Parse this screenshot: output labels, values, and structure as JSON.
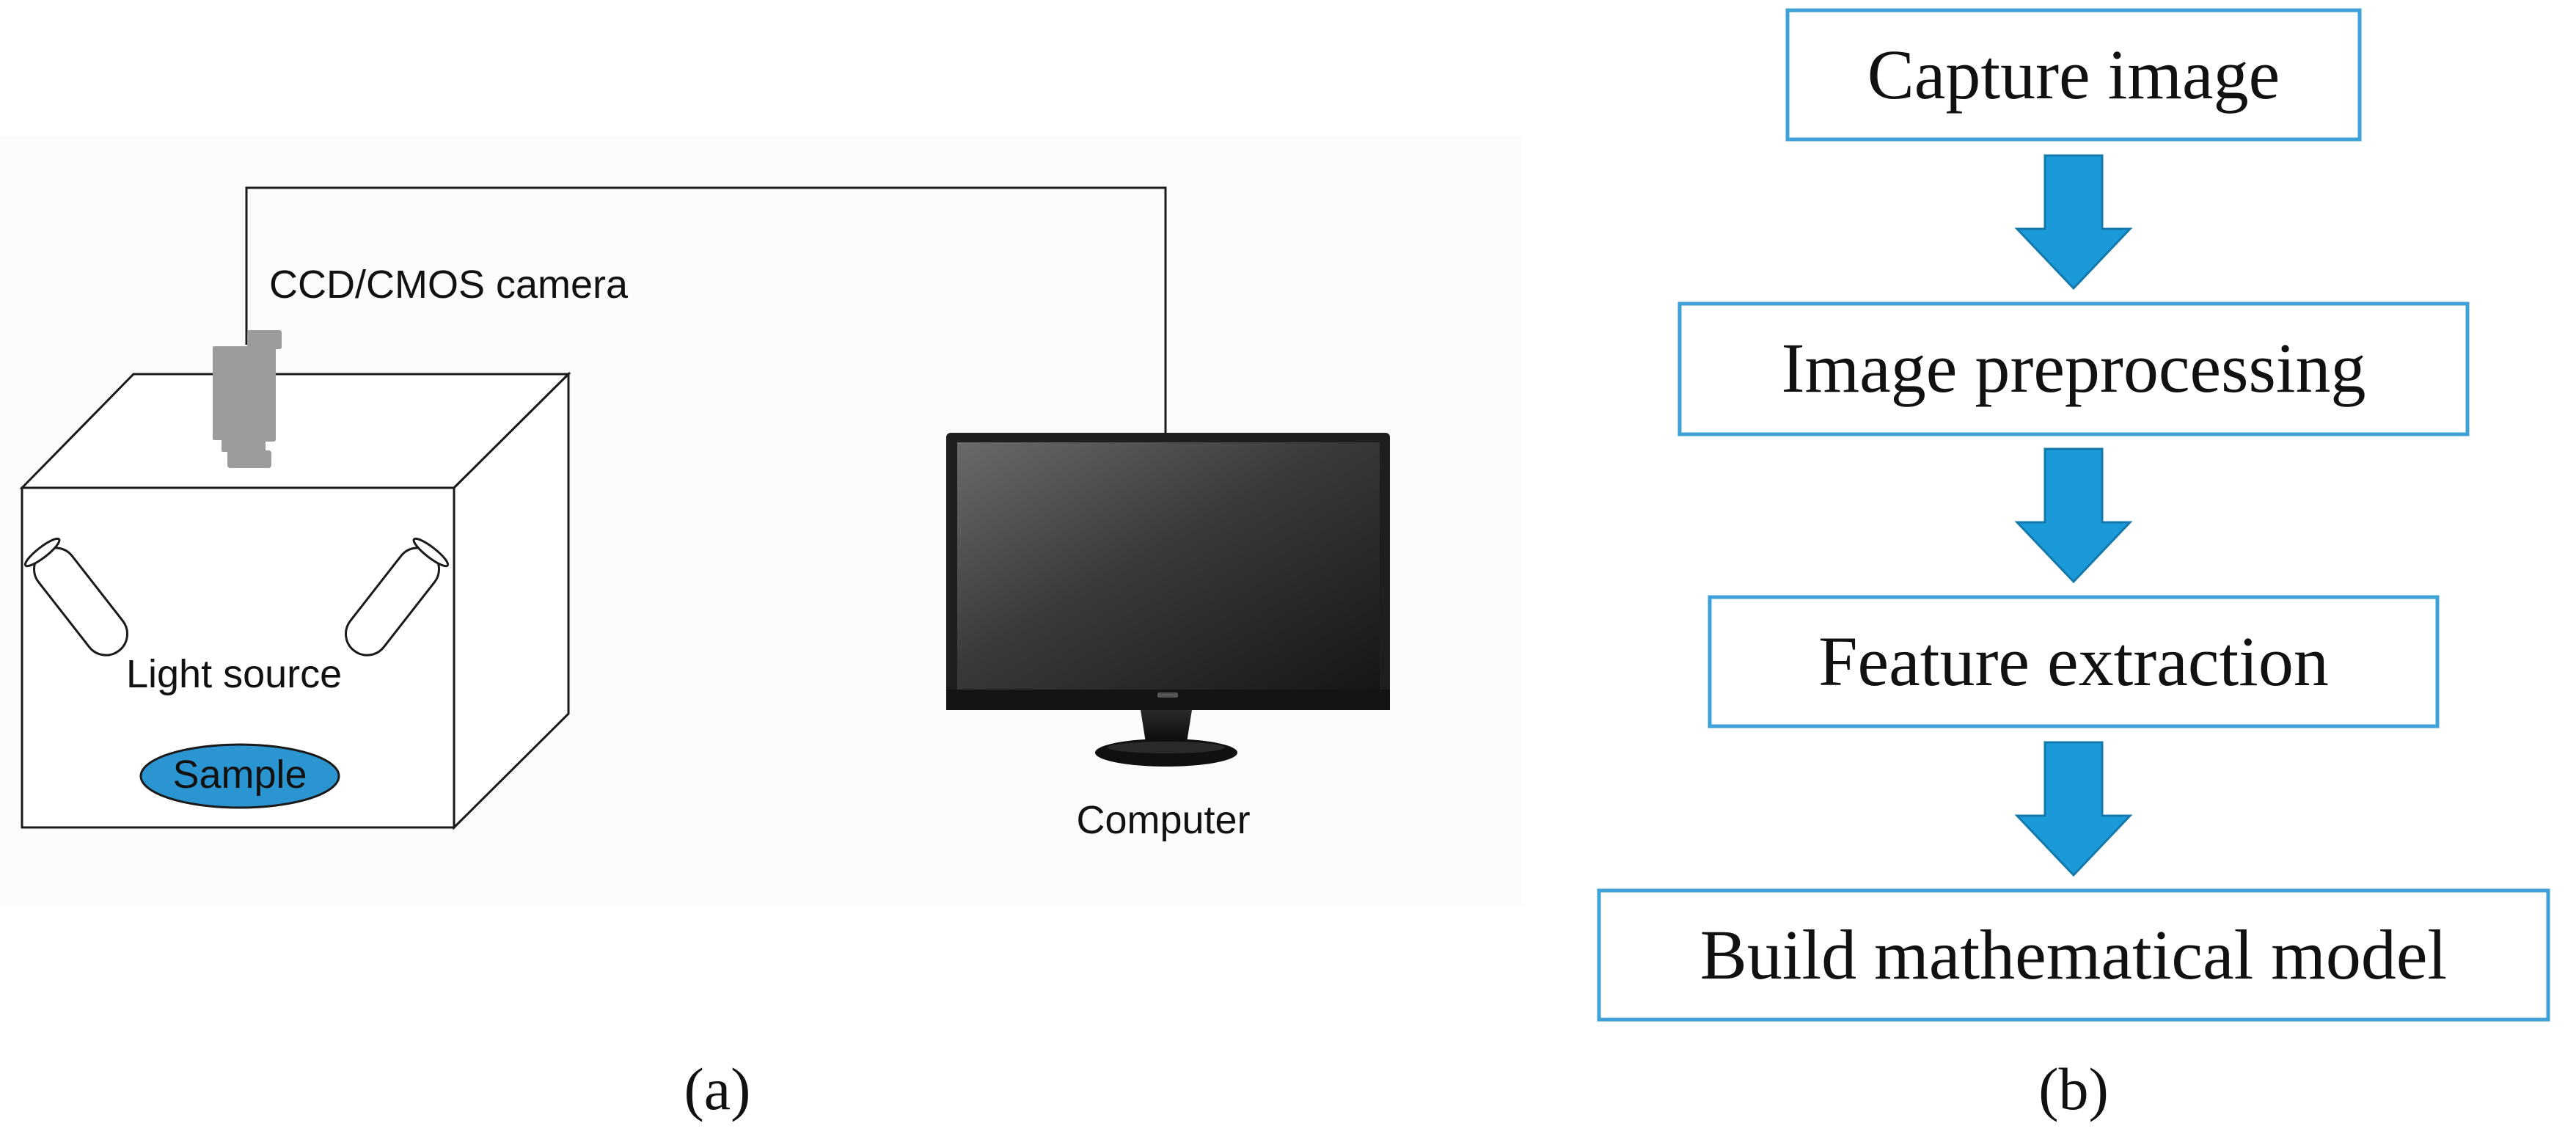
{
  "panel_a": {
    "camera_label": "CCD/CMOS camera",
    "light_source_label": "Light source",
    "sample_label": "Sample",
    "computer_label": "Computer",
    "caption": "(a)"
  },
  "panel_b": {
    "steps": [
      "Capture image",
      "Image preprocessing",
      "Feature extraction",
      "Build mathematical model"
    ],
    "caption": "(b)"
  },
  "colors": {
    "sample_fill": "#2b95d1",
    "box_border": "#3ea2d8",
    "arrow_fill": "#1b9ad9",
    "camera_gray": "#9c9c9c",
    "monitor_frame": "#1e1e1e"
  }
}
